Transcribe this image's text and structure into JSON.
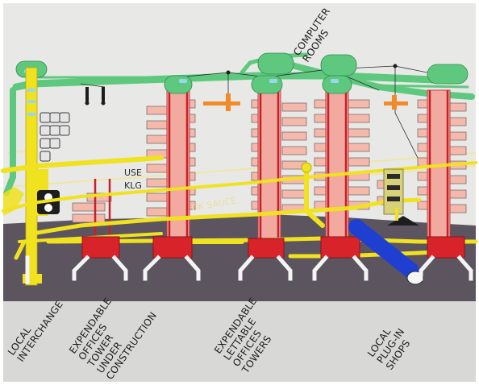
{
  "drawing": {
    "labels": {
      "computer_rooms": [
        "COMPUTER",
        "ROOMS"
      ],
      "local_interchange": [
        "LOCAL",
        "INTERCHANGE"
      ],
      "expendable_offices_construction": [
        "EXPENDABLE",
        "OFFICES",
        "TOWER",
        "UNDER",
        "CONSTRUCTION"
      ],
      "expendable_lettable_offices": [
        "EXPENDABLE",
        "LETTABLE",
        "OFFICES",
        "TOWERS"
      ],
      "local_plugin_shops": [
        "LOCAL",
        "PLUG-IN",
        "SHOPS"
      ],
      "use": "USE",
      "klg": "KLG",
      "ok_sauce": "OK SAUCE"
    },
    "colors": {
      "paper": "#e8e8e6",
      "ground": "#5c5560",
      "yellow": "#f0e21e",
      "green": "#5ec97e",
      "red": "#d8232a",
      "pink": "#f4b9aa",
      "blue": "#1f3fd0",
      "grey_strip": "#d8d8d6"
    }
  }
}
